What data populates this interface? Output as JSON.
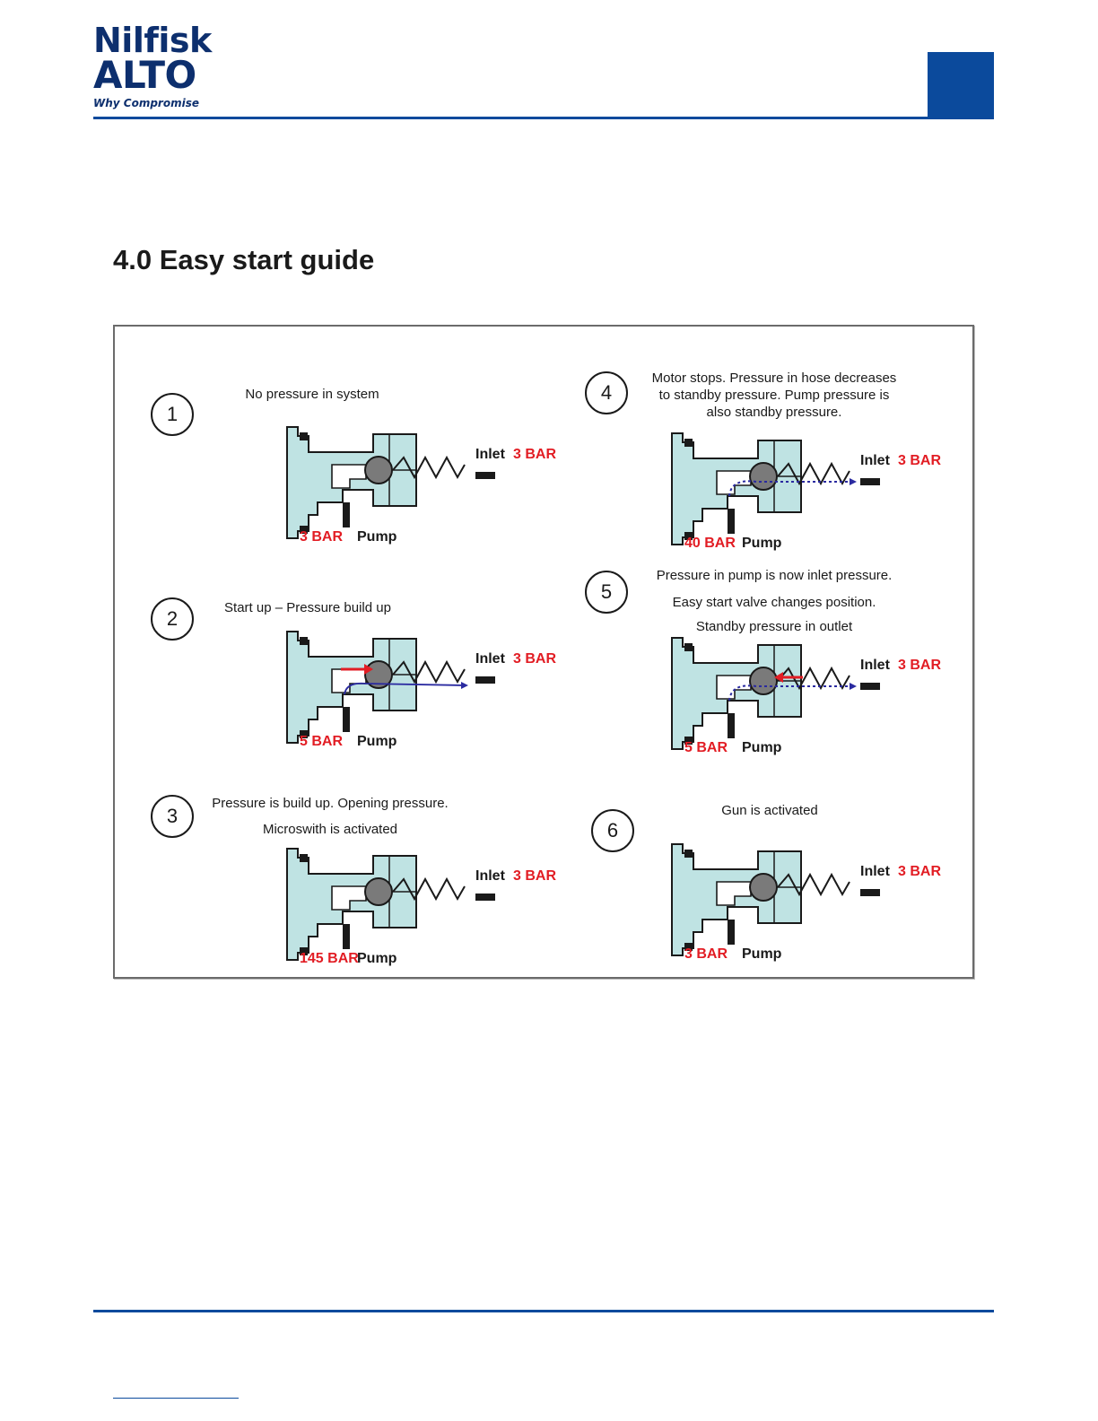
{
  "brand": {
    "line1": "Nilfisk",
    "line2": "ALTO",
    "tagline": "Why Compromise",
    "accent_color": "#0b4a9c",
    "logo_color": "#0d2f6e"
  },
  "section": {
    "title": "4.0 Easy start guide"
  },
  "figure": {
    "inlet_label": "Inlet",
    "pump_label": "Pump",
    "steps": [
      {
        "number": "1",
        "caption": [
          "No pressure in system"
        ],
        "inlet_pressure": "3 BAR",
        "pump_pressure": "3 BAR"
      },
      {
        "number": "2",
        "caption": [
          "Start up – Pressure build up"
        ],
        "inlet_pressure": "3 BAR",
        "pump_pressure": "5 BAR"
      },
      {
        "number": "3",
        "caption": [
          "Pressure is build up. Opening pressure.",
          "Microswith is activated"
        ],
        "inlet_pressure": "3 BAR",
        "pump_pressure": "145 BAR"
      },
      {
        "number": "4",
        "caption": [
          "Motor stops. Pressure in hose decreases",
          "to standby pressure. Pump pressure is",
          "also standby pressure."
        ],
        "inlet_pressure": "3 BAR",
        "pump_pressure": "40 BAR"
      },
      {
        "number": "5",
        "caption": [
          "Pressure in pump is now inlet pressure.",
          "Easy start valve changes position.",
          "Standby pressure in outlet"
        ],
        "inlet_pressure": "3 BAR",
        "pump_pressure": "5 BAR"
      },
      {
        "number": "6",
        "caption": [
          "Gun is activated"
        ],
        "inlet_pressure": "3 BAR",
        "pump_pressure": "3 BAR"
      }
    ]
  },
  "colors": {
    "valve_fill": "#bfe3e3",
    "pressure_red": "#e21d24",
    "flow_blue": "#2a2aa0"
  }
}
